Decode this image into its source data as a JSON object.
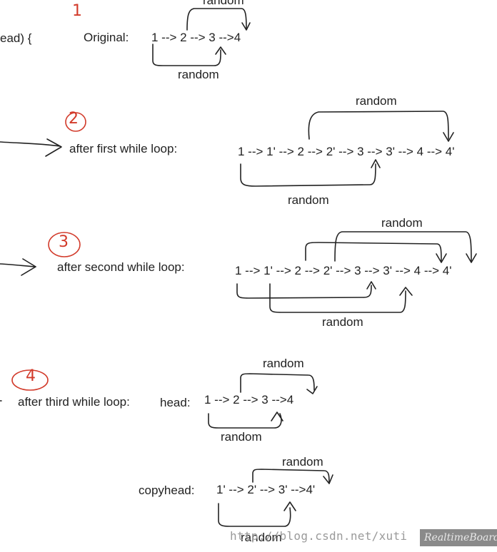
{
  "header_fragment": "ead) {",
  "random_label": "random",
  "step1": {
    "marker": "1",
    "label": "Original:",
    "chain": "1 --> 2 --> 3 -->4"
  },
  "step2": {
    "marker": "2",
    "label": "after first while loop:",
    "chain": "1 --> 1' --> 2 --> 2' --> 3 --> 3' --> 4 --> 4'"
  },
  "step3": {
    "marker": "3",
    "label": "after second while loop:",
    "chain": "1 --> 1' --> 2 --> 2' --> 3 --> 3' --> 4 --> 4'"
  },
  "step4": {
    "marker": "4",
    "label": "after third while loop:",
    "head_label": "head:",
    "head_chain": "1 --> 2 --> 3 -->4",
    "copy_label": "copyhead:",
    "copy_chain": "1' --> 2' --> 3' -->4'"
  },
  "watermark": {
    "url": "http://blog.csdn.net/xuti",
    "badge": "RealtimeBoard"
  }
}
